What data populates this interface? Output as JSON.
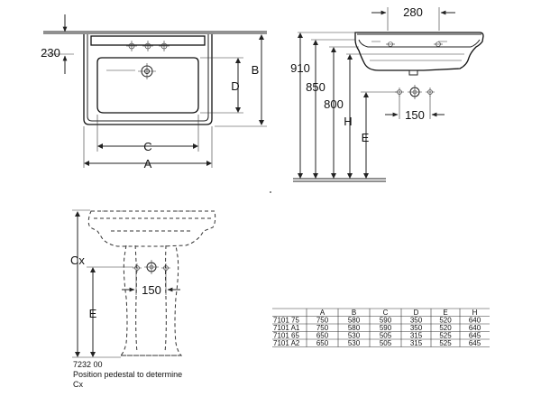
{
  "top_view": {
    "dims": {
      "a": "A",
      "b": "B",
      "c": "C",
      "d": "D",
      "top_offset": "230"
    }
  },
  "side_view": {
    "dims": {
      "depth": "280",
      "h910": "910",
      "h850": "850",
      "h800": "800",
      "h": "H",
      "e": "E",
      "hole_spacing": "150"
    }
  },
  "pedestal_view": {
    "dims": {
      "cx": "Cx",
      "e": "E",
      "hole_spacing": "150"
    },
    "article": "7232 00",
    "note_line1": "Position pedestal to determine",
    "note_line2": "Cx"
  },
  "dimension_table": {
    "headers": [
      "",
      "A",
      "B",
      "C",
      "D",
      "E",
      "H"
    ],
    "rows": [
      [
        "7101 75",
        "750",
        "580",
        "590",
        "350",
        "520",
        "640"
      ],
      [
        "7101 A1",
        "750",
        "580",
        "590",
        "350",
        "520",
        "640"
      ],
      [
        "7101 65",
        "650",
        "530",
        "505",
        "315",
        "525",
        "645"
      ],
      [
        "7101 A2",
        "650",
        "530",
        "505",
        "315",
        "525",
        "645"
      ]
    ]
  }
}
